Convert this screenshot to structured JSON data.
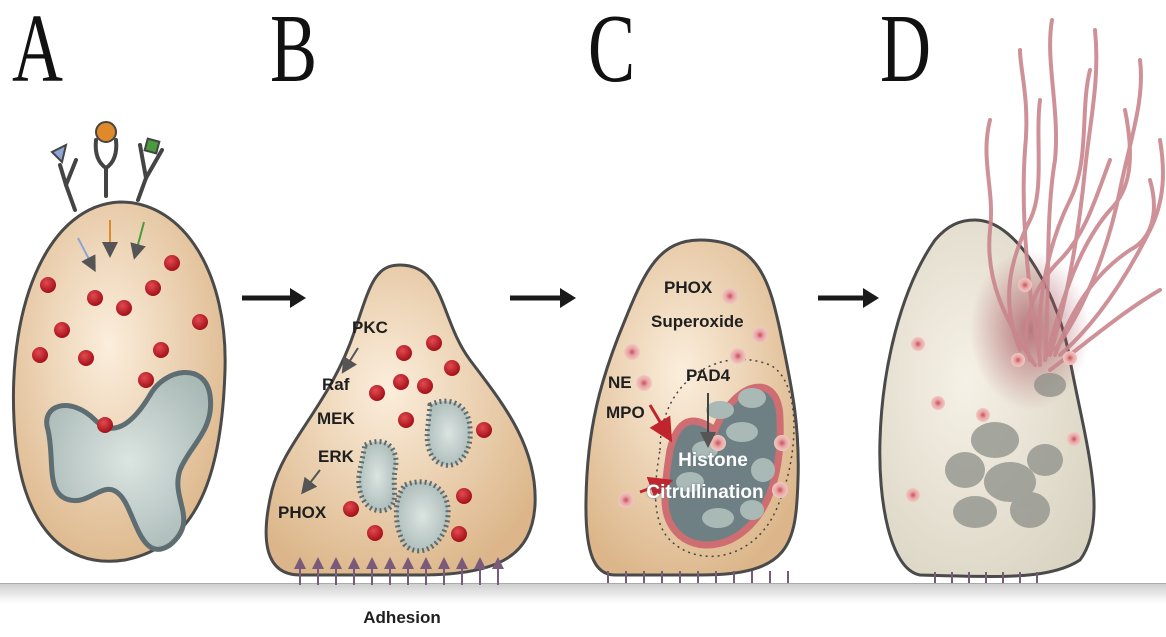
{
  "panels": [
    {
      "letter": "A"
    },
    {
      "letter": "B",
      "labels": {
        "pkc": "PKC",
        "raf": "Raf",
        "mek": "MEK",
        "erk": "ERK",
        "phox": "PHOX",
        "adhesion": "Adhesion"
      }
    },
    {
      "letter": "C",
      "labels": {
        "phox": "PHOX",
        "superoxide": "Superoxide",
        "ne": "NE",
        "mpo": "MPO",
        "pad4": "PAD4",
        "histone": "Histone",
        "citrullination": "Citrullination"
      }
    },
    {
      "letter": "D"
    }
  ],
  "colors": {
    "cell_fill": "#e8c9a1",
    "cell_outline": "#4a4a4a",
    "granule": "#c41e2a",
    "nucleus": "#b8c6c4",
    "nucleus_outline": "#5d6d72",
    "net_fiber": "#c9868d",
    "receptor_ligand_blue": "#8fa4d6",
    "receptor_ligand_orange": "#e0892b",
    "receptor_ligand_green": "#4a9b3a",
    "adhesion_tick": "#7a5a7a"
  }
}
